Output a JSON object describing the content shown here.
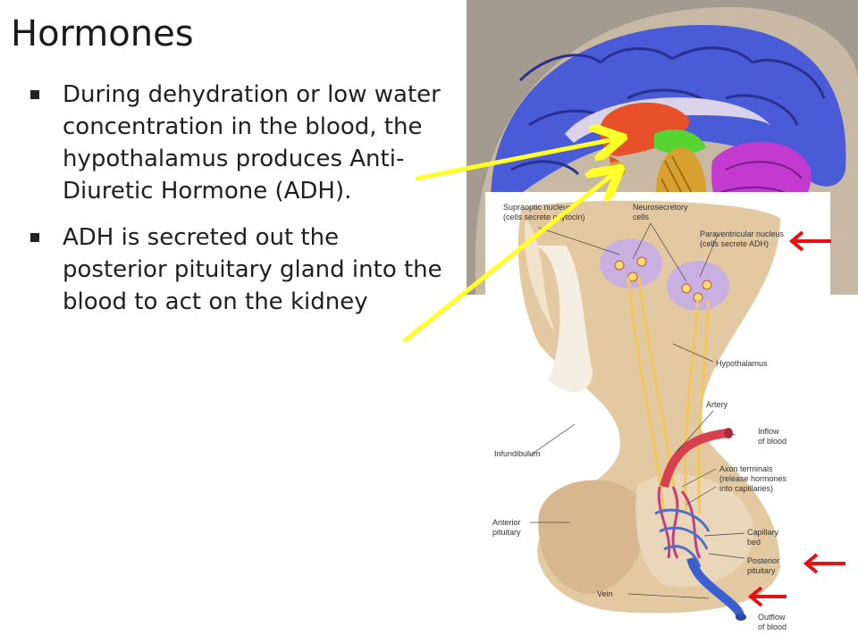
{
  "slide": {
    "title": "Hormones",
    "bullets": [
      "During dehydration or low water concentration in the blood, the hypothalamus produces Anti-Diuretic Hormone (ADH).",
      "ADH is secreted out the posterior pituitary gland into the blood to act on the kidney"
    ]
  },
  "diagram": {
    "labels": {
      "supraoptic": "Supraoptic nucleus\n(cells secrete oxytocin)",
      "neurosecretory": "Neurosecretory\ncells",
      "paraventricular": "Paraventricular nucleus\n(cells secrete ADH)",
      "hypothalamus": "Hypothalamus",
      "artery": "Artery",
      "inflow": "Inflow\nof blood",
      "infundibulum": "Infundibulum",
      "axon_terminals": "Axon terminals\n(release hormones\ninto capillaries)",
      "anterior": "Anterior\npituitary",
      "capillary_bed": "Capillary\nbed",
      "posterior": "Posterior\npituitary",
      "vein": "Vein",
      "outflow": "Outflow\nof blood"
    }
  },
  "colors": {
    "brain_cortex": "#4a5bd8",
    "hypothalamus": "#e8502a",
    "thalamus_green": "#56d431",
    "cerebellum": "#c33ad0",
    "brainstem": "#d8a030",
    "pointer_yellow": "#ffff2a",
    "pointer_red": "#e81010"
  }
}
